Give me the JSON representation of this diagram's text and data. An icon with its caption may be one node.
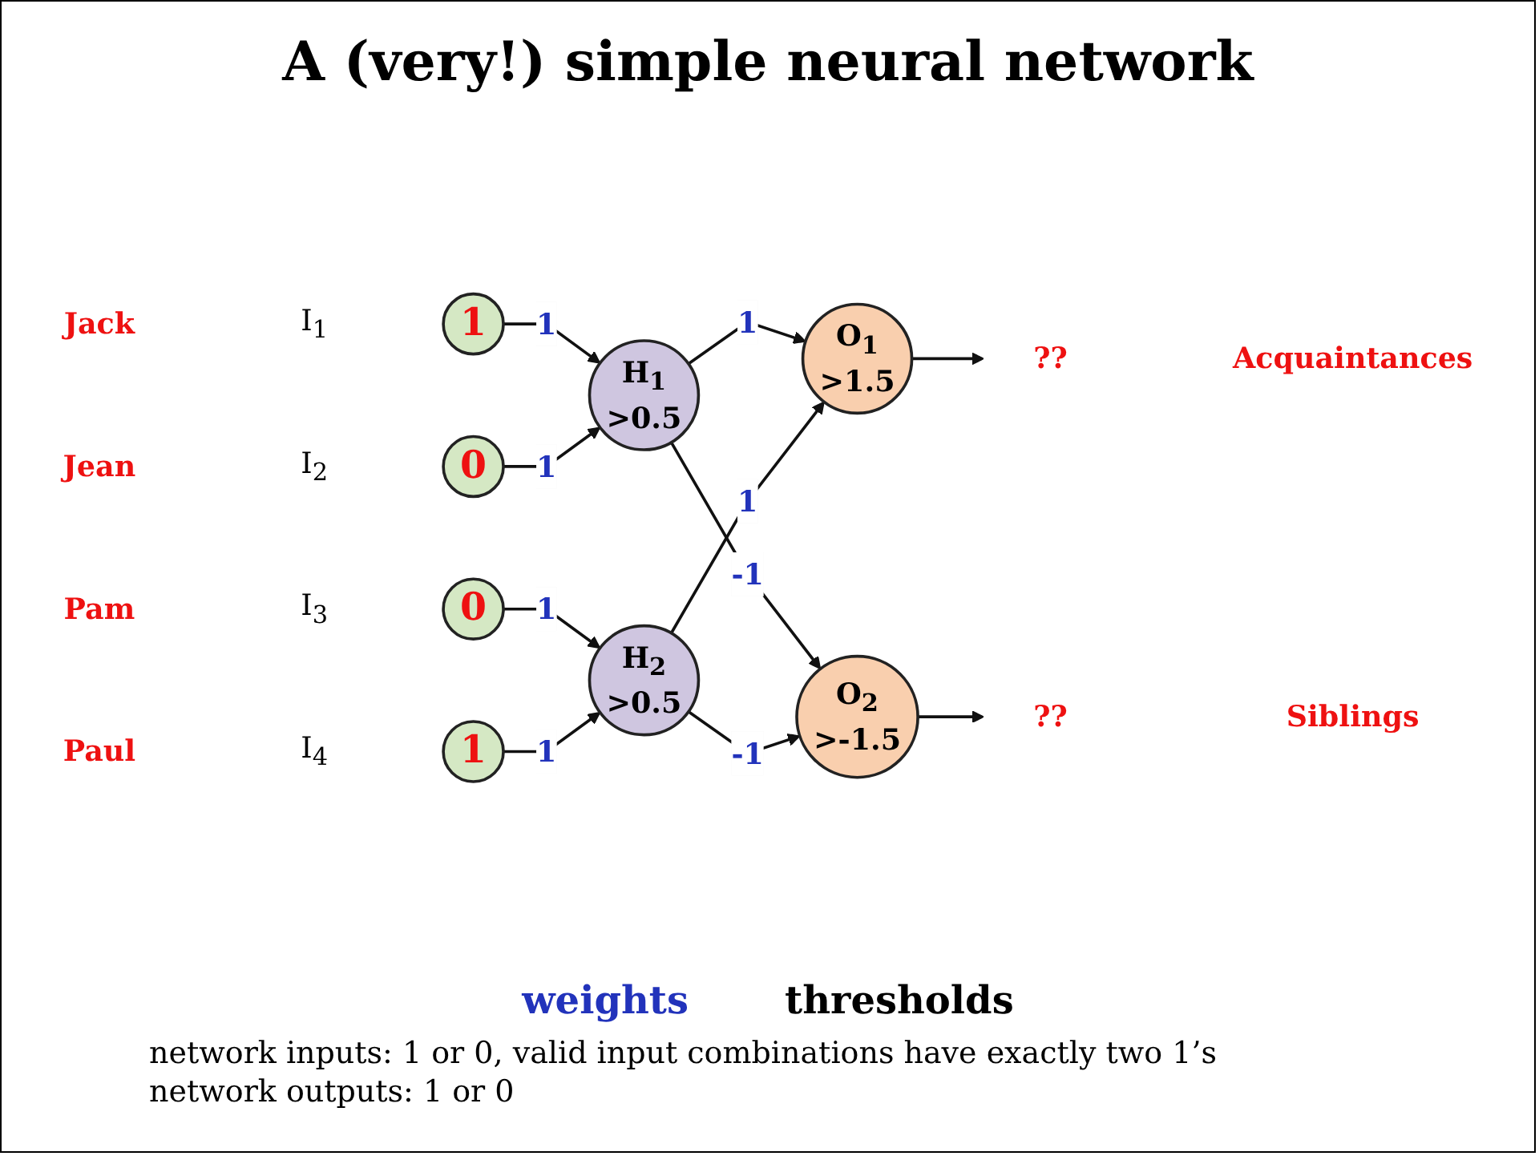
{
  "diagram": {
    "title": "A (very!) simple neural network",
    "nodes": [
      {
        "text": [
          "1"
        ]
      },
      {
        "text": [
          "0"
        ]
      },
      {
        "text": [
          "0"
        ]
      },
      {
        "text": [
          "1"
        ]
      },
      {
        "text": [
          "H$_{1}$",
          ">0.5"
        ]
      },
      {
        "text": [
          "H$_{2}$",
          ">0.5"
        ]
      },
      {
        "text": [
          "O$_{1}$",
          ">1.5"
        ]
      },
      {
        "text": [
          "O$_{2}$",
          ">-1.5"
        ]
      },
      {
        "text": [
          "??"
        ]
      },
      {
        "text": [
          "??"
        ]
      }
    ],
    "edges": [
      {
        "from": 0,
        "to": 4,
        "arrow": "to",
        "label": "1"
      },
      {
        "from": 1,
        "to": 4,
        "arrow": "to",
        "label": "1"
      },
      {
        "from": 2,
        "to": 5,
        "arrow": "to",
        "label": "1"
      },
      {
        "from": 3,
        "to": 5,
        "arrow": "to",
        "label": "1"
      },
      {
        "from": 4,
        "to": 6,
        "arrow": "to",
        "label": "1"
      },
      {
        "from": 4,
        "to": 7,
        "arrow": "to",
        "label": "-1"
      },
      {
        "from": 5,
        "to": 6,
        "arrow": "to",
        "label": "1"
      },
      {
        "from": 5,
        "to": 7,
        "arrow": "to",
        "label": "-1"
      },
      {
        "from": 6,
        "to": 8,
        "arrow": "to"
      },
      {
        "from": 7,
        "to": 9,
        "arrow": "to"
      }
    ],
    "labels": [
      "Jack",
      "I$_{1}$",
      "Acquaintances",
      "Jean",
      "I$_{2}$",
      "Pam",
      "I$_{3}$",
      "Paul",
      "I$_{4}$",
      "Siblings",
      "weights",
      "thresholds",
      "network inputs: 1 or 0, valid input combinations have exactly two 1’s",
      "network outputs: 1 or 0"
    ]
  }
}
